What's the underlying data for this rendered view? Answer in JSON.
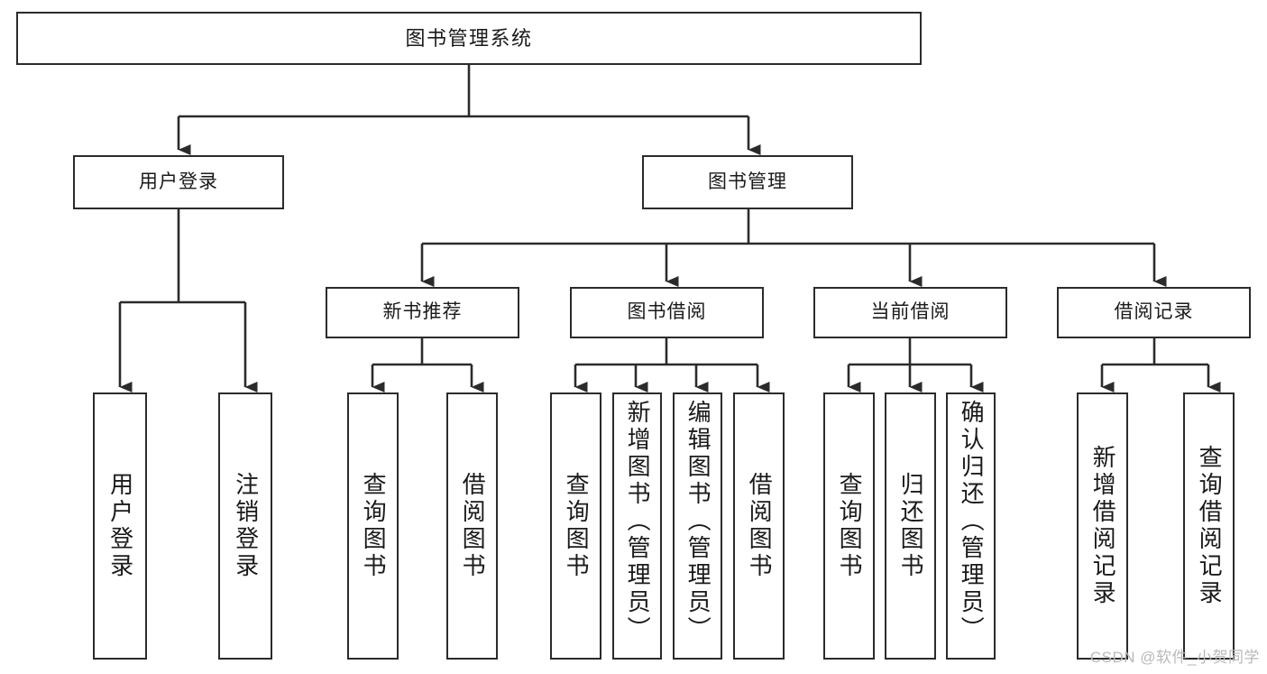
{
  "diagram": {
    "title": "图书管理系统",
    "type": "tree",
    "watermark": "CSDN @软件_小贺同学",
    "colors": {
      "stroke": "#2b2b2b",
      "fill": "#ffffff",
      "text": "#1a1a1a",
      "watermark": "#b9b9b9"
    },
    "nodes": {
      "root": {
        "label": "图书管理系统"
      },
      "level2": [
        {
          "id": "user_login",
          "label": "用户登录"
        },
        {
          "id": "book_manage",
          "label": "图书管理"
        }
      ],
      "level3": [
        {
          "id": "new_book_rec",
          "label": "新书推荐"
        },
        {
          "id": "book_borrow",
          "label": "图书借阅"
        },
        {
          "id": "current_borrow",
          "label": "当前借阅"
        },
        {
          "id": "borrow_record",
          "label": "借阅记录"
        }
      ],
      "leaves": [
        {
          "id": "leaf_user_login",
          "label": "用户登录",
          "parent": "user_login"
        },
        {
          "id": "leaf_logout",
          "label": "注销登录",
          "parent": "user_login"
        },
        {
          "id": "leaf_query_book_1",
          "label": "查询图书",
          "parent": "new_book_rec"
        },
        {
          "id": "leaf_borrow_book_1",
          "label": "借阅图书",
          "parent": "new_book_rec"
        },
        {
          "id": "leaf_query_book_2",
          "label": "查询图书",
          "parent": "book_borrow"
        },
        {
          "id": "leaf_add_book",
          "label": "新增图书（管理员）",
          "parent": "book_borrow"
        },
        {
          "id": "leaf_edit_book",
          "label": "编辑图书（管理员）",
          "parent": "book_borrow"
        },
        {
          "id": "leaf_borrow_book_2",
          "label": "借阅图书",
          "parent": "book_borrow"
        },
        {
          "id": "leaf_query_book_3",
          "label": "查询图书",
          "parent": "current_borrow"
        },
        {
          "id": "leaf_return_book",
          "label": "归还图书",
          "parent": "current_borrow"
        },
        {
          "id": "leaf_confirm_return",
          "label": "确认归还（管理员）",
          "parent": "current_borrow"
        },
        {
          "id": "leaf_add_record",
          "label": "新增借阅记录",
          "parent": "borrow_record"
        },
        {
          "id": "leaf_query_record",
          "label": "查询借阅记录",
          "parent": "borrow_record"
        }
      ]
    }
  }
}
